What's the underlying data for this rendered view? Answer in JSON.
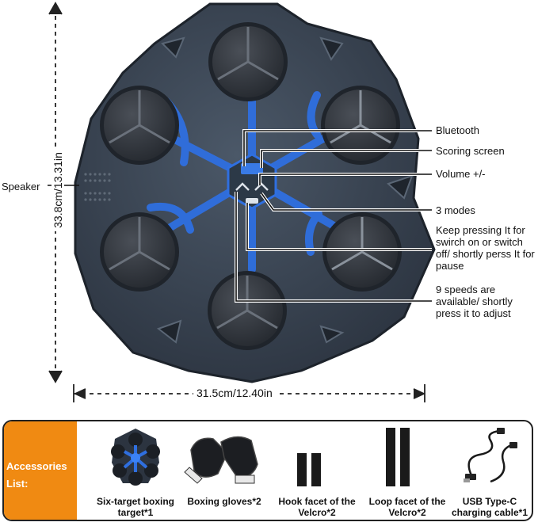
{
  "dimensions": {
    "height": "33.8cm/13.31in",
    "width": "31.5cm/12.40in"
  },
  "callouts": {
    "speaker": "Speaker",
    "bluetooth": "Bluetooth",
    "scoring_screen": "Scoring screen",
    "volume": "Volume +/-",
    "modes": "3 modes",
    "power": "Keep pressing It for swirch on or switch off/ shortly perss It for pause",
    "speeds": "9 speeds are available/ shortly press it to adjust"
  },
  "accessories": {
    "tag_line1": "Accessories",
    "tag_line2": "List:",
    "items": [
      {
        "caption": "Six-target boxing target*1",
        "icon": "boxing-target-icon"
      },
      {
        "caption": "Boxing gloves*2",
        "icon": "boxing-gloves-icon"
      },
      {
        "caption": "Hook facet of the Velcro*2",
        "icon": "hook-velcro-icon"
      },
      {
        "caption": "Loop facet of the Velcro*2",
        "icon": "loop-velcro-icon"
      },
      {
        "caption": "USB Type-C charging cable*1",
        "icon": "usb-cable-icon"
      }
    ]
  },
  "colors": {
    "accent_orange": "#f08a12",
    "led_blue": "#2f6fe0",
    "body_dark": "#2f3a48"
  }
}
